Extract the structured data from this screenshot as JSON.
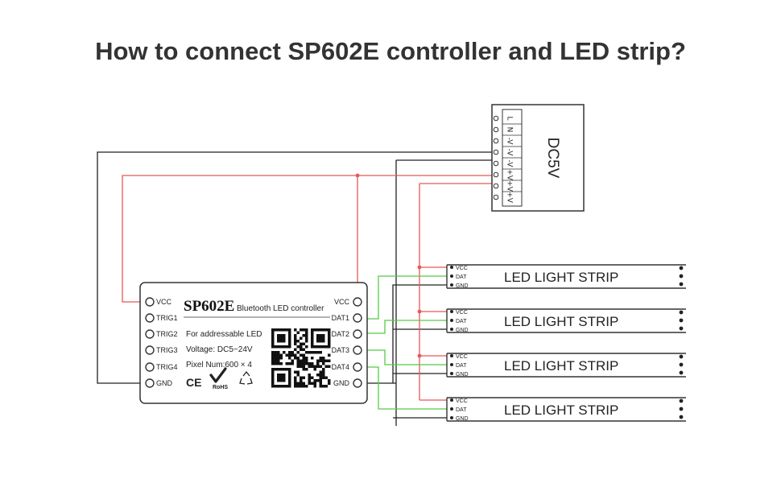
{
  "title": "How to connect SP602E controller and LED strip?",
  "colors": {
    "positive_wire": "#e85858",
    "data_wire": "#55cc44",
    "ground_wire": "#222222",
    "outline": "#333333"
  },
  "power_supply": {
    "label": "DC5V",
    "terminals": [
      "L",
      "N",
      "-V",
      "-V",
      "-V",
      "+V",
      "+V",
      "+V"
    ]
  },
  "controller": {
    "model": "SP602E",
    "subtitle": "Bluetooth LED controller",
    "left_pins": [
      "VCC",
      "TRIG1",
      "TRIG2",
      "TRIG3",
      "TRIG4",
      "GND"
    ],
    "right_pins": [
      "VCC",
      "DAT1",
      "DAT2",
      "DAT3",
      "DAT4",
      "GND"
    ],
    "spec_1": "For addressable LED",
    "spec_2": "Voltage: DC5~24V",
    "spec_3": "Pixel Num:600 × 4",
    "cert_ce": "CE",
    "cert_rohs": "RoHS",
    "recycle_icon": "recycle-icon",
    "qr_icon": "qr-code-icon"
  },
  "strips": [
    {
      "label": "LED LIGHT STRIP",
      "pins": [
        "VCC",
        "DAT",
        "GND"
      ]
    },
    {
      "label": "LED LIGHT STRIP",
      "pins": [
        "VCC",
        "DAT",
        "GND"
      ]
    },
    {
      "label": "LED LIGHT STRIP",
      "pins": [
        "VCC",
        "DAT",
        "GND"
      ]
    },
    {
      "label": "LED LIGHT STRIP",
      "pins": [
        "VCC",
        "DAT",
        "GND"
      ]
    }
  ]
}
